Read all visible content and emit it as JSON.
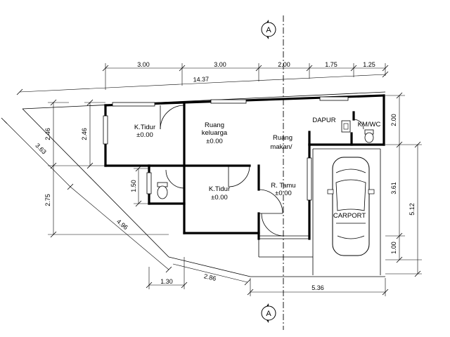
{
  "section_marker": {
    "top": "A",
    "bottom": "A"
  },
  "rooms": {
    "bedroom1": {
      "name": "K.Tidur",
      "level": "±0.00"
    },
    "family_room": {
      "line1": "Ruang",
      "line2": "keluarga",
      "level": "±0.00"
    },
    "dining_room": {
      "line1": "Ruang",
      "line2": "makan/"
    },
    "kitchen": {
      "name": "DAPUR"
    },
    "bathroom": {
      "name": "KM/WC"
    },
    "bedroom2": {
      "name": "K.Tidur",
      "level": "±0.00"
    },
    "guest_room": {
      "name": "R. Tamu",
      "level": "±0.00"
    },
    "carport": {
      "name": "CARPORT"
    }
  },
  "dimensions": {
    "top": [
      "3.00",
      "3.00",
      "2.00",
      "1.75",
      "1.25"
    ],
    "total_top": "14.37",
    "left_inner": "2.46",
    "left_outer_upper": "2.46",
    "left_outer_lower": "2.75",
    "diag_left": "3.63",
    "diag_lower": "4.96",
    "bath_small": "1.50",
    "bottom_small": "1.30",
    "bottom_diag": "2.86",
    "bottom": "5.36",
    "right_top": "2.00",
    "right_mid": "3.61",
    "right_bottom": "1.00",
    "right_total": "5.12"
  }
}
